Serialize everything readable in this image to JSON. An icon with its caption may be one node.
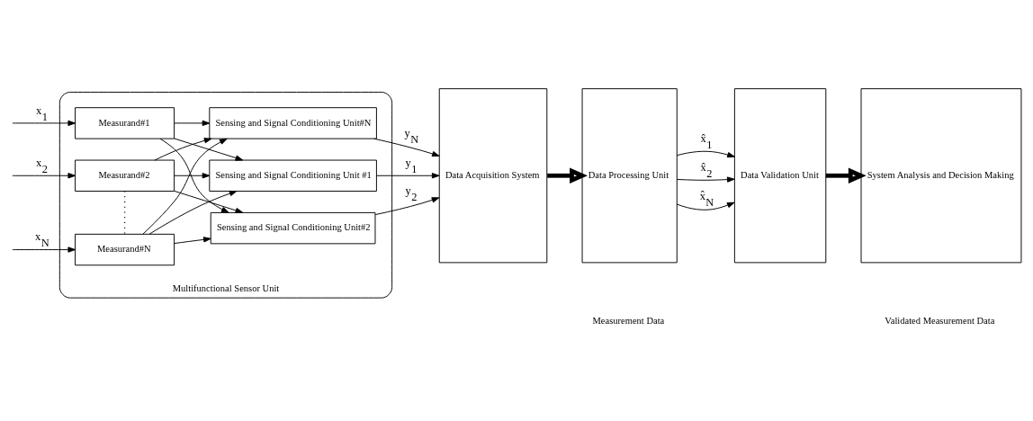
{
  "diagram": {
    "nodes": [
      {
        "text": [
          "Multifunctional Sensor Unit"
        ]
      },
      {
        "text": [
          "Measurand#1"
        ],
        "in": 0
      },
      {
        "text": [
          "Measurand#2"
        ],
        "in": 0
      },
      {
        "text": [
          "Measurand#N"
        ],
        "in": 0
      },
      {
        "text": [
          "Sensing and Signal Conditioning Unit #1"
        ],
        "in": 0
      },
      {
        "text": [
          "Sensing and Signal Conditioning Unit#2"
        ],
        "in": 0
      },
      {
        "text": [
          "Sensing and Signal Conditioning Unit#N"
        ],
        "in": 0
      },
      {
        "text": [
          "Data Acquisition System"
        ]
      },
      {
        "text": [
          "Data Processing Unit"
        ]
      },
      {
        "text": [
          "Data Validation Unit"
        ]
      },
      {
        "text": [
          "System Analysis and Decision Making"
        ]
      }
    ],
    "edges": [
      {
        "from": null,
        "to": 1,
        "arrow": "to",
        "label": "x$_{1}$"
      },
      {
        "from": null,
        "to": 2,
        "arrow": "to",
        "label": "x$_{2}$"
      },
      {
        "from": null,
        "to": 3,
        "arrow": "to",
        "label": "x$_{N}$"
      },
      {
        "from": 1,
        "to": 4,
        "arrow": "to"
      },
      {
        "from": 1,
        "to": 5,
        "arrow": "to"
      },
      {
        "from": 1,
        "to": 6,
        "arrow": "to"
      },
      {
        "from": 2,
        "to": 4,
        "arrow": "to"
      },
      {
        "from": 2,
        "to": 5,
        "arrow": "to"
      },
      {
        "from": 2,
        "to": 6,
        "arrow": "to"
      },
      {
        "from": 3,
        "to": 4,
        "arrow": "to"
      },
      {
        "from": 3,
        "to": 5,
        "arrow": "to"
      },
      {
        "from": 3,
        "to": 6,
        "arrow": "to"
      },
      {
        "from": 2,
        "to": 3,
        "arrow": "none",
        "style": "dashed"
      },
      {
        "from": 4,
        "to": 7,
        "arrow": "to",
        "label": "y$_{1}$"
      },
      {
        "from": 5,
        "to": 7,
        "arrow": "to",
        "label": "y$_{2}$"
      },
      {
        "from": 6,
        "to": 7,
        "arrow": "to",
        "label": "y$_{N}$"
      },
      {
        "from": 7,
        "to": 8,
        "arrow": "to",
        "style": "thick"
      },
      {
        "from": 8,
        "to": 9,
        "arrow": "to",
        "label": "x̂$_{1}$"
      },
      {
        "from": 8,
        "to": 9,
        "arrow": "to",
        "label": "x̂$_{2}$"
      },
      {
        "from": 8,
        "to": 9,
        "arrow": "to",
        "label": "x̂$_{N}$"
      },
      {
        "from": 9,
        "to": 10,
        "arrow": "to",
        "style": "thick"
      }
    ],
    "labels": [
      "Measurement Data",
      "Validated Measurement Data"
    ]
  }
}
